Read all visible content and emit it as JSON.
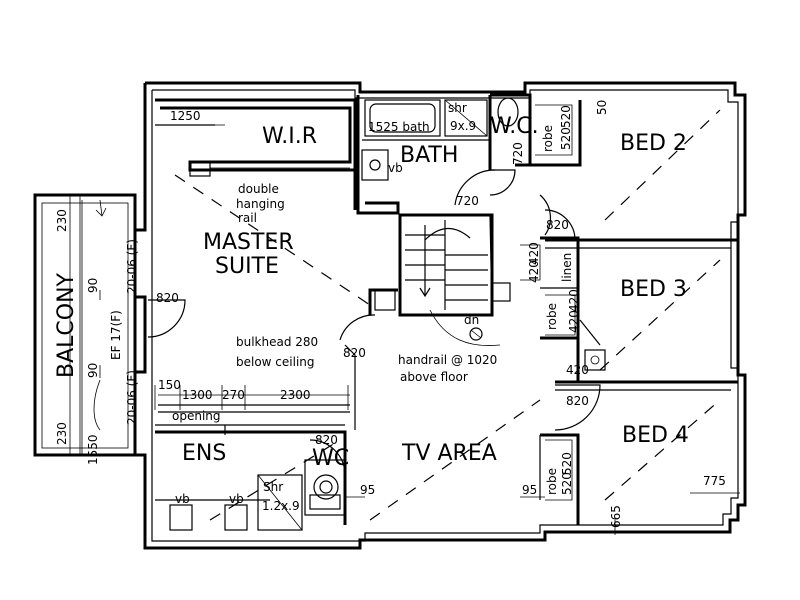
{
  "rooms": {
    "wir": "W.I.R",
    "bath": "BATH",
    "wc_top": "W.C.",
    "bed2": "BED 2",
    "master_line1": "MASTER",
    "master_line2": "SUITE",
    "bed3": "BED 3",
    "bed4": "BED 4",
    "ens": "ENS",
    "wc_ens": "WC",
    "tv_area": "TV AREA",
    "balcony": "BALCONY"
  },
  "fixtures": {
    "bath_tub": "1525 bath",
    "shower_top_l1": "shr",
    "shower_top_l2": "9x.9",
    "vb_bath": "vb",
    "robe_bed2": "robe",
    "robe_bed3": "robe",
    "robe_bed4": "robe",
    "linen": "linen",
    "rail_l1": "double",
    "rail_l2": "hanging",
    "rail_l3": "rail",
    "bulkhead_l1": "bulkhead 280",
    "bulkhead_l2": "below ceiling",
    "handrail_l1": "handrail @ 1020",
    "handrail_l2": "above floor",
    "stair_dn": "dn",
    "opening": "opening",
    "vb_ens1": "vb",
    "vb_ens2": "vb",
    "shower_ens_l1": "Shr",
    "shower_ens_l2": "1.2x.9"
  },
  "dimensions": {
    "d1250": "1250",
    "d50": "50",
    "d720_wc": "720",
    "d720_bath": "720",
    "d820_bed2": "820",
    "d520_bed2a": "520",
    "d520_bed2b": "520",
    "d420_a": "420",
    "d420_b": "420",
    "d420_c": "420",
    "d420_d": "420",
    "d820_master": "820",
    "d820_stair": "820",
    "d820_bed4": "820",
    "d820_wc": "820",
    "d230_top": "230",
    "d230_bot": "230",
    "d90_top": "90",
    "d90_bot": "90",
    "d2006_top": "20-06 (F)",
    "ef17": "EF 17(F)",
    "d2006_bot": "20-06 (F)",
    "d1550": "1550",
    "d150": "150",
    "d1300": "1300",
    "d270": "270",
    "d2300": "2300",
    "d95_left": "95",
    "d95_right": "95",
    "d520_bed4a": "520",
    "d520_bed4b": "520",
    "d775": "775",
    "d665": "665",
    "d420_bed3": "420"
  }
}
